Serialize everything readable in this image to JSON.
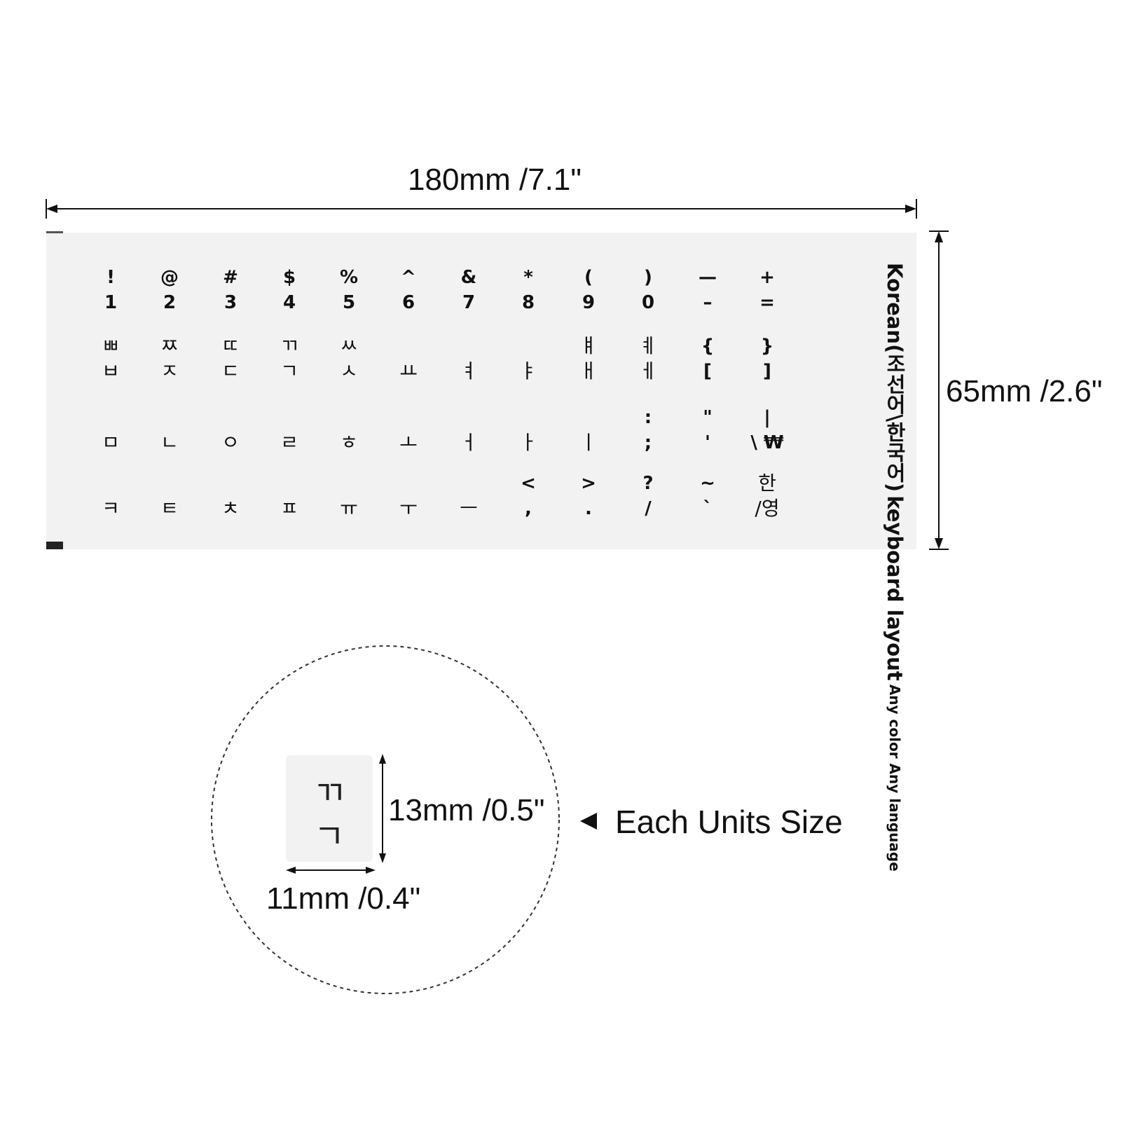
{
  "dimensions": {
    "width_label": "180mm /7.1\"",
    "height_label": "65mm /2.6\"",
    "unit_height_label": "13mm /0.5\"",
    "unit_width_label": "11mm /0.4\""
  },
  "sheet": {
    "title_line1": "Korean(조선어\\한국어)",
    "title_line2": "keyboard layout",
    "title_line3": "Any color Any language",
    "rows": [
      [
        {
          "top": "!",
          "bottom": "1"
        },
        {
          "top": "@",
          "bottom": "2"
        },
        {
          "top": "#",
          "bottom": "3"
        },
        {
          "top": "$",
          "bottom": "4"
        },
        {
          "top": "%",
          "bottom": "5"
        },
        {
          "top": "^",
          "bottom": "6"
        },
        {
          "top": "&",
          "bottom": "7"
        },
        {
          "top": "*",
          "bottom": "8"
        },
        {
          "top": "(",
          "bottom": "9"
        },
        {
          "top": ")",
          "bottom": "0"
        },
        {
          "top": "—",
          "bottom": "–"
        },
        {
          "top": "+",
          "bottom": "="
        }
      ],
      [
        {
          "top": "ㅃ",
          "bottom": "ㅂ"
        },
        {
          "top": "ㅉ",
          "bottom": "ㅈ"
        },
        {
          "top": "ㄸ",
          "bottom": "ㄷ"
        },
        {
          "top": "ㄲ",
          "bottom": "ㄱ"
        },
        {
          "top": "ㅆ",
          "bottom": "ㅅ"
        },
        {
          "top": "",
          "bottom": "ㅛ"
        },
        {
          "top": "",
          "bottom": "ㅕ"
        },
        {
          "top": "",
          "bottom": "ㅑ"
        },
        {
          "top": "ㅒ",
          "bottom": "ㅐ"
        },
        {
          "top": "ㅖ",
          "bottom": "ㅔ"
        },
        {
          "top": "{",
          "bottom": "["
        },
        {
          "top": "}",
          "bottom": "]"
        }
      ],
      [
        {
          "top": "",
          "bottom": "ㅁ"
        },
        {
          "top": "",
          "bottom": "ㄴ"
        },
        {
          "top": "",
          "bottom": "ㅇ"
        },
        {
          "top": "",
          "bottom": "ㄹ"
        },
        {
          "top": "",
          "bottom": "ㅎ"
        },
        {
          "top": "",
          "bottom": "ㅗ"
        },
        {
          "top": "",
          "bottom": "ㅓ"
        },
        {
          "top": "",
          "bottom": "ㅏ"
        },
        {
          "top": "",
          "bottom": "ㅣ"
        },
        {
          "top": ":",
          "bottom": ";"
        },
        {
          "top": "\"",
          "bottom": "'"
        },
        {
          "top": "|",
          "bottom": "\\ ₩"
        }
      ],
      [
        {
          "top": "",
          "bottom": "ㅋ"
        },
        {
          "top": "",
          "bottom": "ㅌ"
        },
        {
          "top": "",
          "bottom": "ㅊ"
        },
        {
          "top": "",
          "bottom": "ㅍ"
        },
        {
          "top": "",
          "bottom": "ㅠ"
        },
        {
          "top": "",
          "bottom": "ㅜ"
        },
        {
          "top": "",
          "bottom": "ㅡ"
        },
        {
          "top": "<",
          "bottom": ","
        },
        {
          "top": ">",
          "bottom": "."
        },
        {
          "top": "?",
          "bottom": "/"
        },
        {
          "top": "~",
          "bottom": "`"
        },
        {
          "top": "한",
          "bottom": "/영"
        }
      ]
    ]
  },
  "detail": {
    "unit_top": "ㄲ",
    "unit_bottom": "ㄱ",
    "caption": "Each Units Size",
    "pointer_icon": "left-triangle-icon"
  }
}
